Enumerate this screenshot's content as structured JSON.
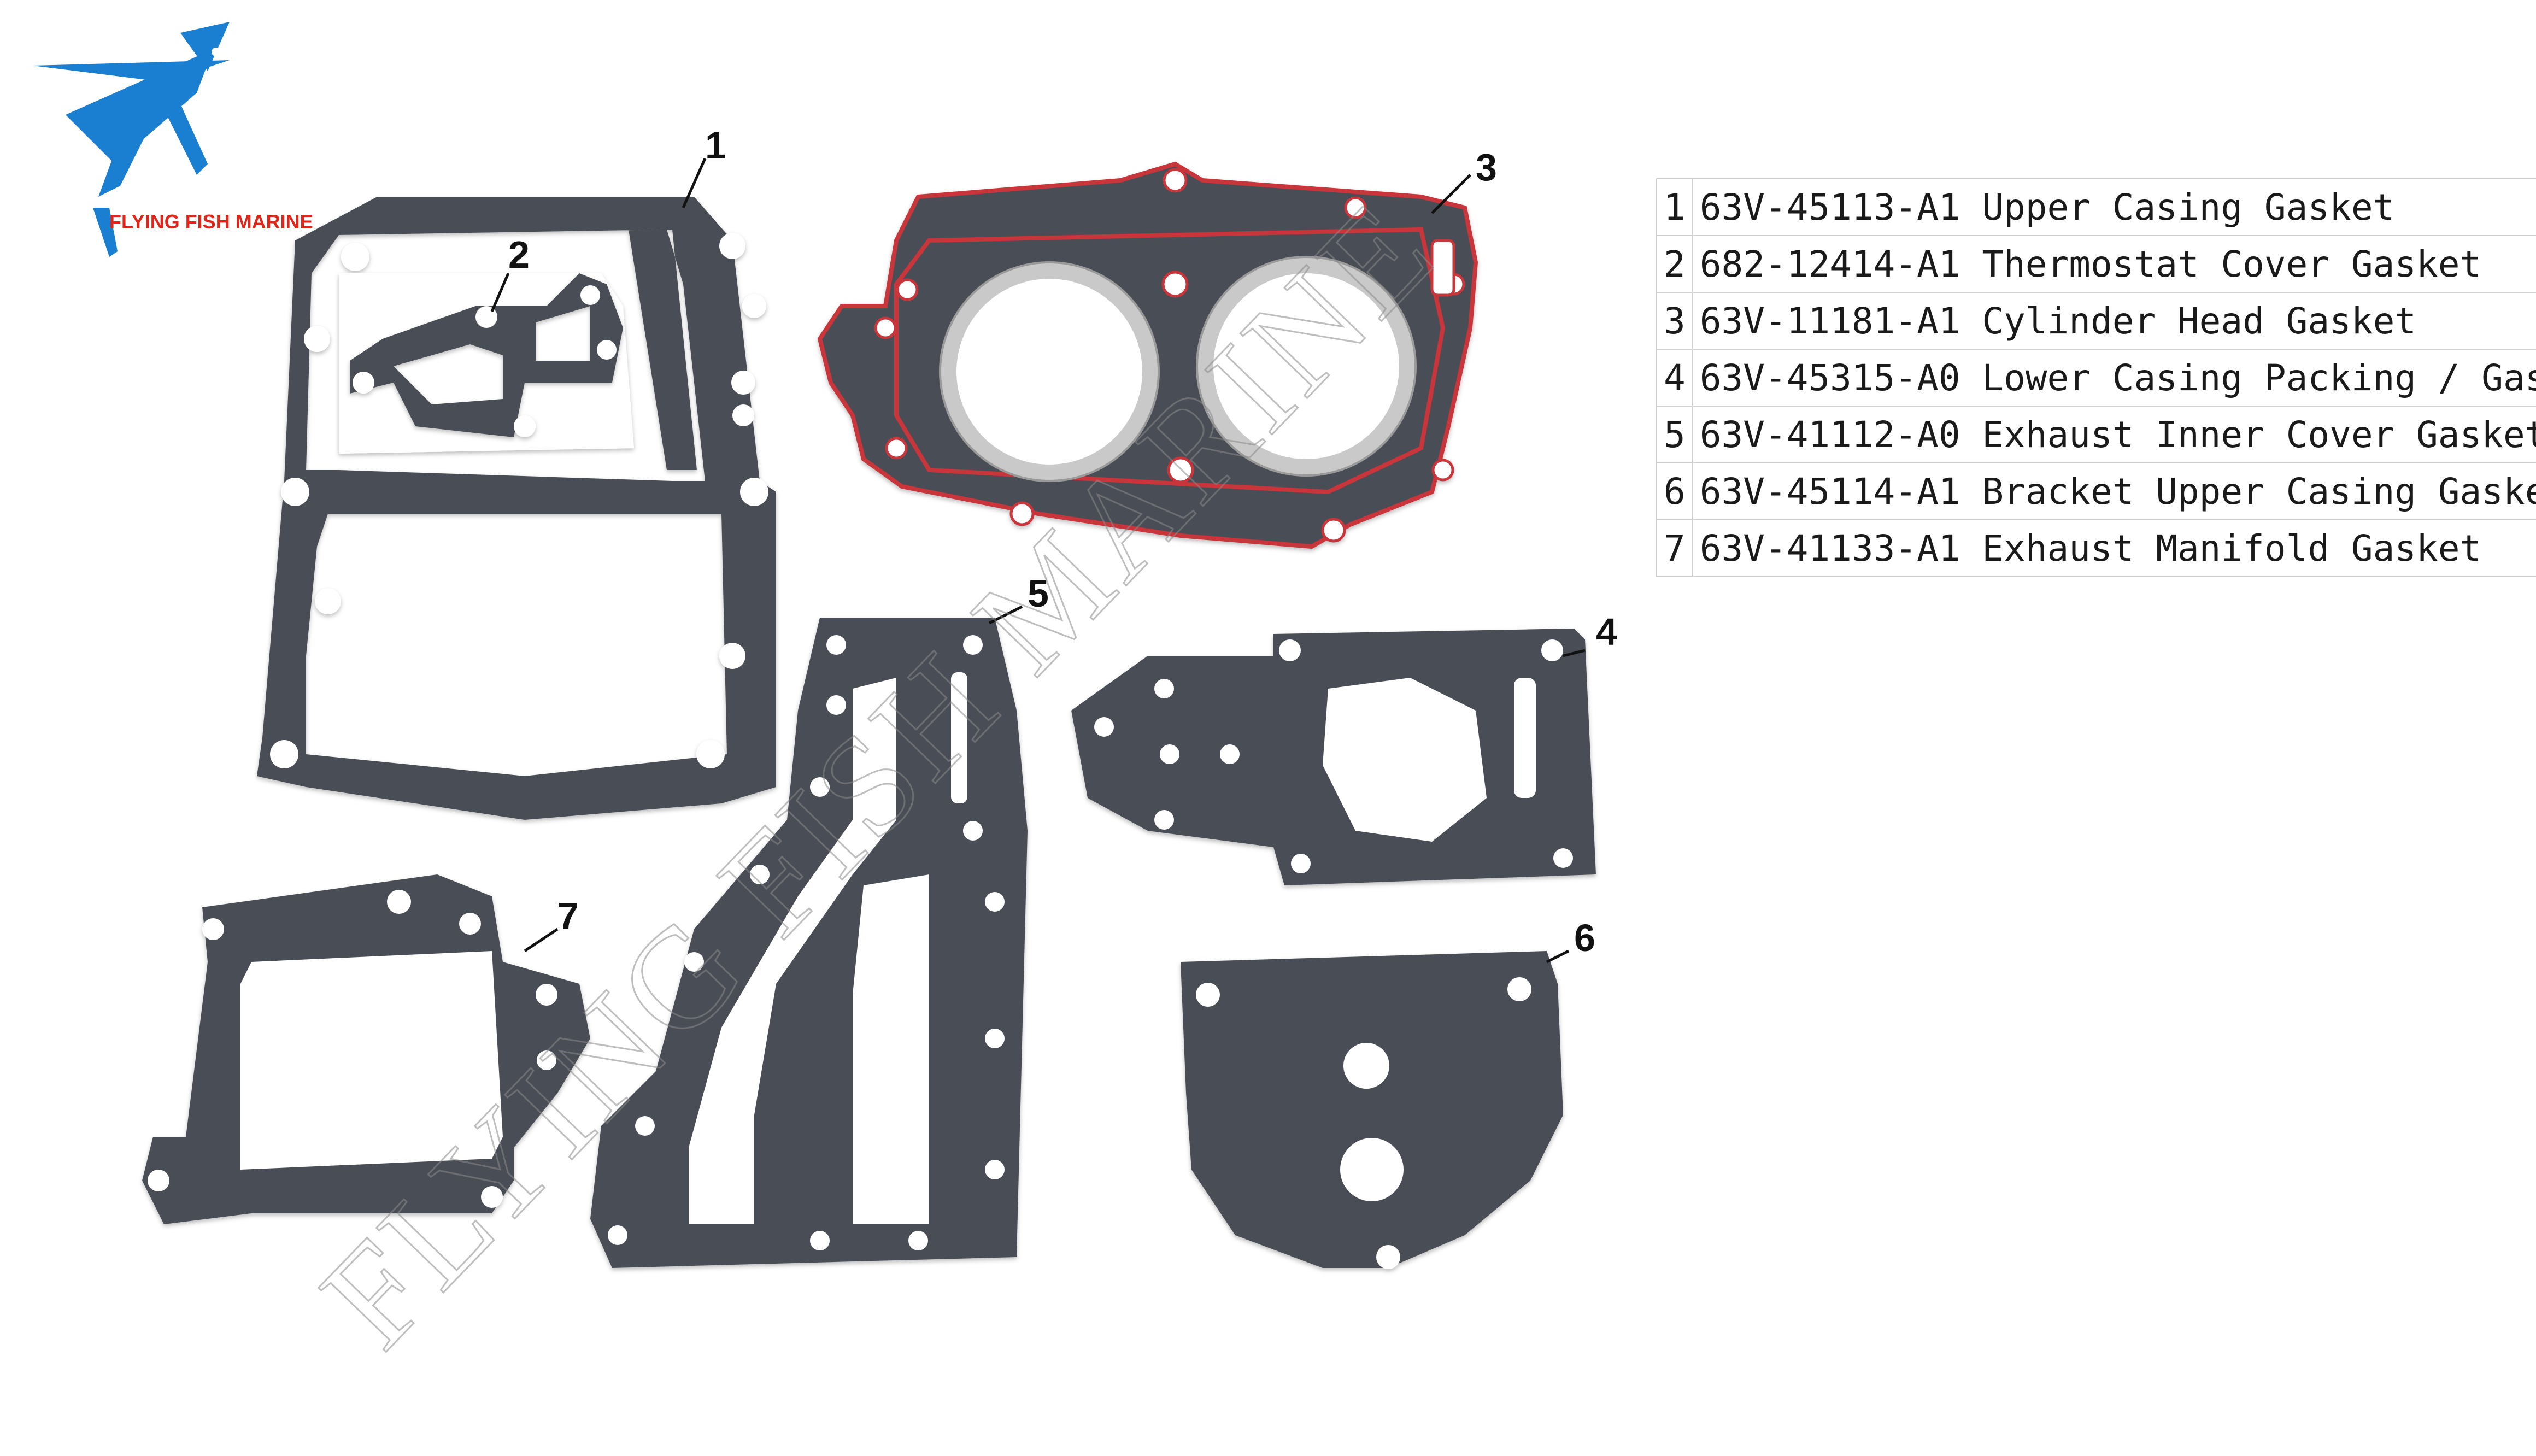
{
  "logo": {
    "text": "FLYING FISH MARINE",
    "icon": "flying-fish-icon",
    "colors": {
      "fish": "#1b7fd1",
      "text": "#e0251b"
    }
  },
  "watermark": {
    "text": "FLYING FISH MARINE"
  },
  "callouts": [
    "1",
    "2",
    "3",
    "4",
    "5",
    "6",
    "7"
  ],
  "parts": [
    {
      "num": "1",
      "code": "63V-45113-A1",
      "name": "Upper Casing Gasket"
    },
    {
      "num": "2",
      "code": "682-12414-A1",
      "name": "Thermostat Cover Gasket"
    },
    {
      "num": "3",
      "code": "63V-11181-A1",
      "name": "Cylinder Head Gasket"
    },
    {
      "num": "4",
      "code": "63V-45315-A0",
      "name": "Lower Casing Packing / Gasket"
    },
    {
      "num": "5",
      "code": "63V-41112-A0",
      "name": "Exhaust Inner Cover Gasket"
    },
    {
      "num": "6",
      "code": "63V-45114-A1",
      "name": "Bracket Upper Casing Gasket"
    },
    {
      "num": "7",
      "code": "63V-41133-A1",
      "name": "Exhaust Manifold Gasket"
    }
  ],
  "colors": {
    "gasket": "#4a4d55",
    "head_outline": "#c8343a",
    "bore_ring": "#c9c9c9"
  }
}
